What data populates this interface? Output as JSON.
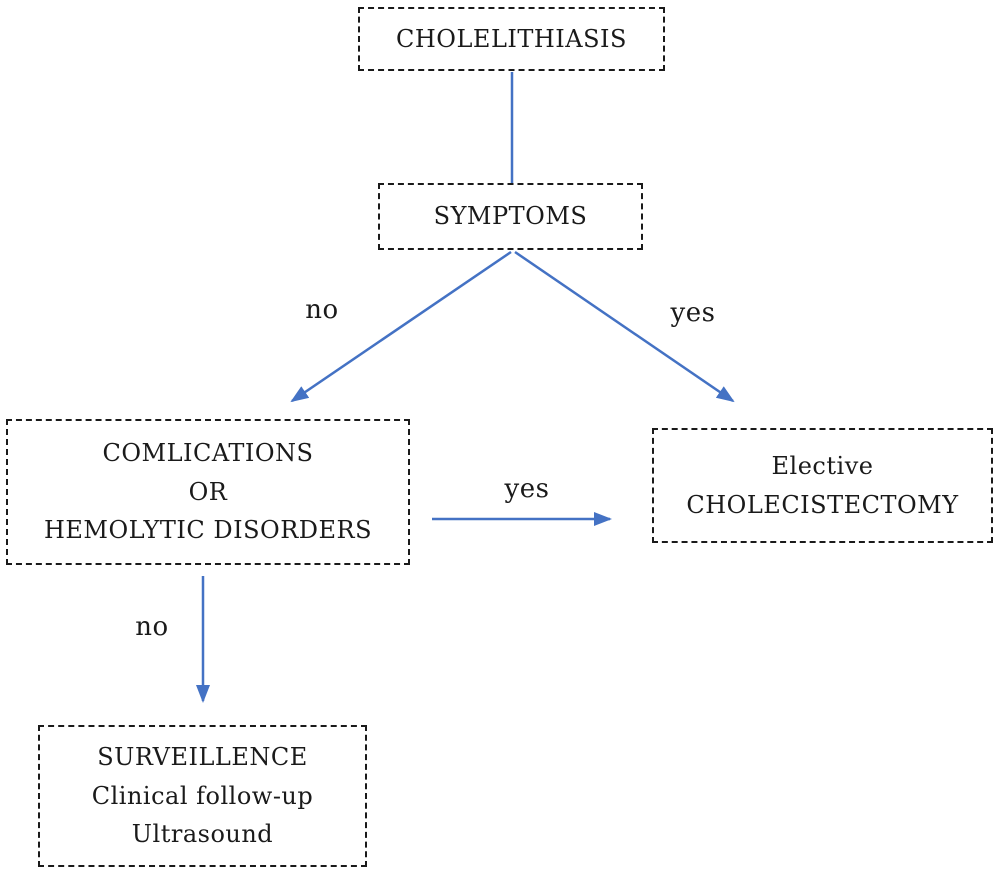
{
  "diagram": {
    "type": "flowchart",
    "nodes": {
      "cholelithiasis": {
        "label": "CHOLELITHIASIS"
      },
      "symptoms": {
        "label": "SYMPTOMS"
      },
      "complications": {
        "label": "COMLICATIONS\nOR\nHEMOLYTIC DISORDERS"
      },
      "elective": {
        "label": "Elective\nCHOLECISTECTOMY"
      },
      "surveillance": {
        "label": "SURVEILLENCE\nClinical follow-up\nUltrasound"
      }
    },
    "edges": [
      {
        "from": "cholelithiasis",
        "to": "symptoms",
        "label": ""
      },
      {
        "from": "symptoms",
        "to": "complications",
        "label": "no"
      },
      {
        "from": "symptoms",
        "to": "elective",
        "label": "yes"
      },
      {
        "from": "complications",
        "to": "elective",
        "label": "yes"
      },
      {
        "from": "complications",
        "to": "surveillance",
        "label": "no"
      }
    ],
    "colors": {
      "arrow": "#4472c4",
      "border": "#1a1a1a",
      "text": "#1a1a1a",
      "background": "#ffffff"
    }
  }
}
